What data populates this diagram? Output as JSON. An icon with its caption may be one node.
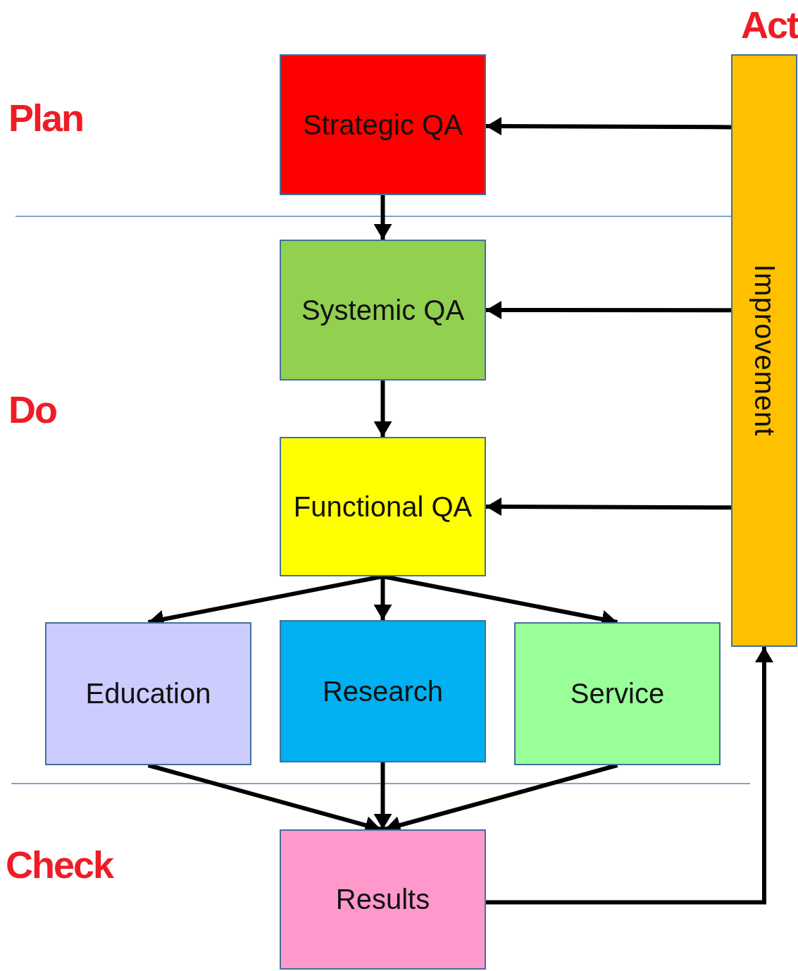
{
  "diagram": {
    "nodes": [
      {
        "text": [
          "Strategic QA"
        ]
      },
      {
        "text": [
          "Systemic QA"
        ]
      },
      {
        "text": [
          "Functional QA"
        ]
      },
      {
        "text": [
          "Education"
        ]
      },
      {
        "text": [
          "Research"
        ]
      },
      {
        "text": [
          "Service"
        ]
      },
      {
        "text": [
          "Results"
        ]
      },
      {
        "text": [
          "Improvement"
        ]
      }
    ],
    "edges": [
      {
        "from": 7,
        "to": 0,
        "arrow": "to"
      },
      {
        "from": 7,
        "to": 1,
        "arrow": "to"
      },
      {
        "from": 7,
        "to": 2,
        "arrow": "to"
      },
      {
        "from": 0,
        "to": 1,
        "arrow": "to"
      },
      {
        "from": 1,
        "to": 2,
        "arrow": "to"
      },
      {
        "from": 2,
        "to": 3,
        "arrow": "to"
      },
      {
        "from": 2,
        "to": 4,
        "arrow": "to"
      },
      {
        "from": 2,
        "to": 5,
        "arrow": "to"
      },
      {
        "from": 3,
        "to": 6,
        "arrow": "to"
      },
      {
        "from": 4,
        "to": 6,
        "arrow": "to"
      },
      {
        "from": 5,
        "to": 6,
        "arrow": "to"
      },
      {
        "from": 6,
        "to": 7,
        "arrow": "to"
      }
    ],
    "labels": [
      "Act",
      "Plan",
      "Do",
      "Check"
    ]
  }
}
